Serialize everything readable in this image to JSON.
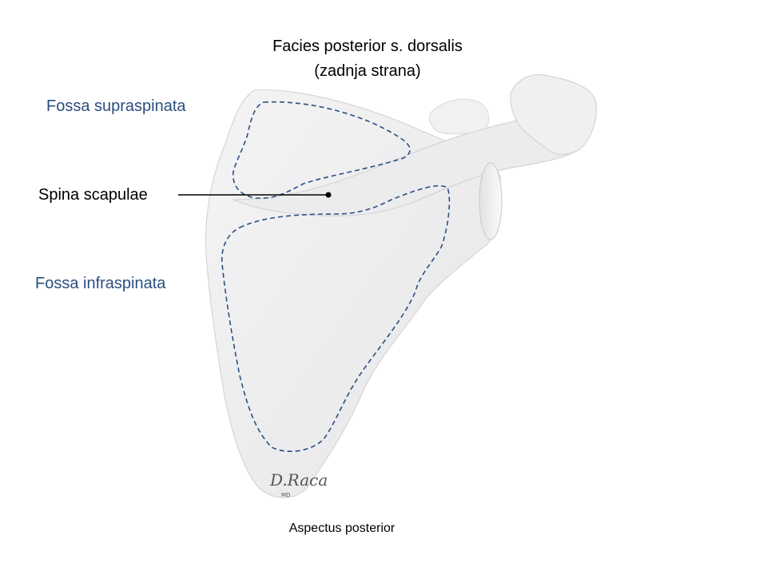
{
  "title": {
    "line1": "Facies posterior s. dorsalis",
    "line2": "(zadnja strana)"
  },
  "labels": {
    "fossa_supraspinata": "Fossa supraspinata",
    "spina_scapulae": "Spina scapulae",
    "fossa_infraspinata": "Fossa infraspinata",
    "caption": "Aspectus posterior"
  },
  "signature": {
    "text": "D.Raca",
    "sub": "MD"
  },
  "colors": {
    "region_label": "#2a4f7f",
    "dashed_outline": "#2a4f7f",
    "bone_fill": "#eeeeef",
    "bone_edge": "#d6d6d8",
    "leader_line": "#000000"
  }
}
